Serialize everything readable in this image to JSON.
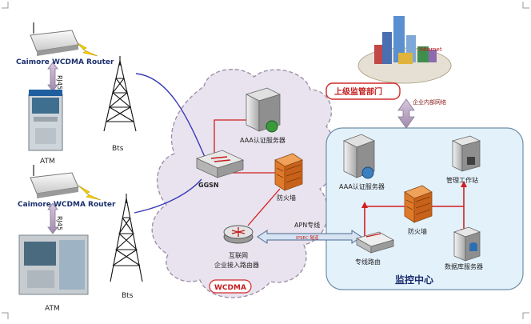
{
  "routers": {
    "top_label": "Caimore WCDMA Router",
    "bottom_label": "Caimore WCDMA Router"
  },
  "atm": {
    "top_label": "ATM",
    "bottom_label": "ATM",
    "link_label_top": "RJ45",
    "link_label_bottom": "RJ45"
  },
  "bts": {
    "top_label": "Bts",
    "bottom_label": "Bts"
  },
  "wcdma_cloud": {
    "aaa_label": "AAA认证服务器",
    "ggsn_label": "GGSN",
    "firewall_label": "防火墙",
    "router_label_line1": "互联网",
    "router_label_line2": "企业接入路由器",
    "badge": "WCDMA"
  },
  "links": {
    "apn_label": "APN专线",
    "ipsec_label": "IPSEC 隧道",
    "intranet_label": "企业内部网络"
  },
  "supervisor": {
    "label": "上级监管部门",
    "internet_label": "INternet"
  },
  "monitor_center": {
    "title": "监控中心",
    "aaa_label": "AAA认证服务器",
    "workstation_label": "管理工作站",
    "firewall_label": "防火墙",
    "dedicated_router_label": "专线路由",
    "db_label": "数据库服务器"
  }
}
